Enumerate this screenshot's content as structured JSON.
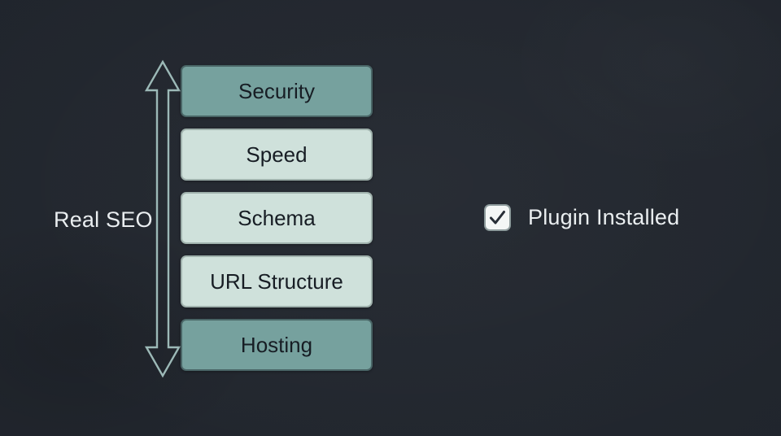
{
  "background": {
    "color": "#21262e"
  },
  "diagram": {
    "axis_label": "Real SEO",
    "arrow_color": "#9cb9b7",
    "layers": [
      {
        "label": "Security",
        "variant": "teal"
      },
      {
        "label": "Speed",
        "variant": "mint"
      },
      {
        "label": "Schema",
        "variant": "mint"
      },
      {
        "label": "URL Structure",
        "variant": "mint"
      },
      {
        "label": "Hosting",
        "variant": "teal"
      }
    ],
    "colors": {
      "teal_box": "#76a19e",
      "mint_box": "#cfe1db",
      "box_text": "#171d24",
      "label_text": "#eaeef0"
    }
  },
  "legend": {
    "checked": true,
    "label": "Plugin Installed",
    "checkbox_fill": "#f4f7f6",
    "checkmark_color": "#272e36"
  }
}
